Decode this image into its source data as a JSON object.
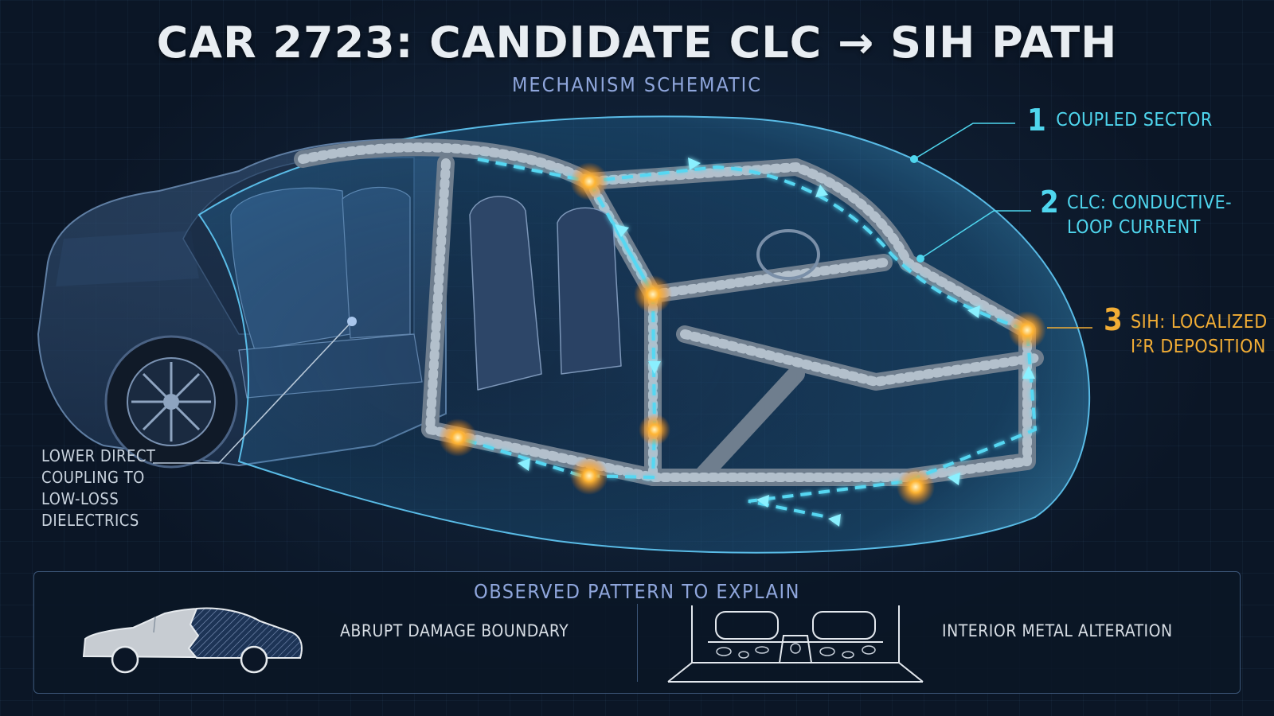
{
  "header": {
    "title": "CAR 2723: CANDIDATE CLC → SIH PATH",
    "subtitle": "MECHANISM SCHEMATIC"
  },
  "callouts": [
    {
      "number": "1",
      "text": "COUPLED SECTOR",
      "color": "#4fd6ee"
    },
    {
      "number": "2",
      "text_line1": "CLC: CONDUCTIVE-",
      "text_line2": "LOOP CURRENT",
      "color": "#4fd6ee"
    },
    {
      "number": "3",
      "text_line1": "SIH: LOCALIZED",
      "text_line2": "I²R DEPOSITION",
      "color": "#f2ad35"
    }
  ],
  "lower_label": {
    "line1": "LOWER DIRECT",
    "line2": "COUPLING TO",
    "line3": "LOW-LOSS",
    "line4": "DIELECTRICS"
  },
  "panel": {
    "title": "OBSERVED PATTERN TO EXPLAIN",
    "items": [
      {
        "label": "ABRUPT DAMAGE BOUNDARY",
        "icon": "car-damage-boundary-icon"
      },
      {
        "label": "INTERIOR METAL ALTERATION",
        "icon": "floor-pan-icon"
      }
    ]
  },
  "colors": {
    "background": "#0b1626",
    "accent_cyan": "#4fd6ee",
    "accent_orange": "#f2ad35",
    "frame_metal": "#9aa8b6",
    "coupled_sector": "#3ea2d6"
  }
}
